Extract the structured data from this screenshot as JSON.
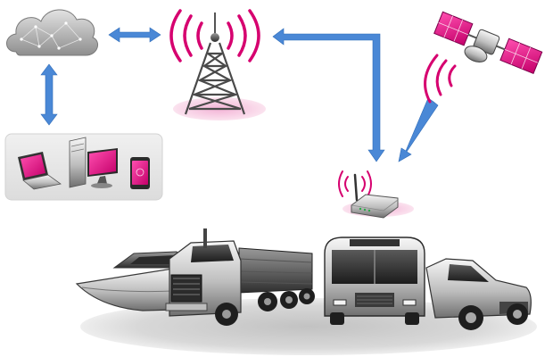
{
  "diagram": {
    "nodes": [
      {
        "id": "cloud",
        "icon": "cloud-icon"
      },
      {
        "id": "tower",
        "icon": "cell-tower-icon"
      },
      {
        "id": "satellite",
        "icon": "satellite-icon"
      },
      {
        "id": "router",
        "icon": "wifi-router-icon"
      },
      {
        "id": "devices",
        "icon": "devices-group-icon",
        "items": [
          "laptop-icon",
          "desktop-computer-icon",
          "smartphone-icon"
        ]
      },
      {
        "id": "vehicles",
        "icon": "vehicles-group-icon",
        "items": [
          "boat-icon",
          "dump-truck-icon",
          "bus-icon",
          "pickup-truck-icon"
        ]
      }
    ],
    "links": [
      {
        "from": "cloud",
        "to": "tower",
        "direction": "both"
      },
      {
        "from": "cloud",
        "to": "devices",
        "direction": "both"
      },
      {
        "from": "tower",
        "to": "router",
        "direction": "forward"
      },
      {
        "from": "satellite",
        "to": "router",
        "direction": "forward"
      }
    ]
  },
  "colors": {
    "accent": "#e6007e",
    "arrow": "#4a88d6",
    "metal_light": "#e8e8e8",
    "metal_dark": "#3a3a3a",
    "panel": "#e7e7e7",
    "ground": "#d4d4d4"
  }
}
